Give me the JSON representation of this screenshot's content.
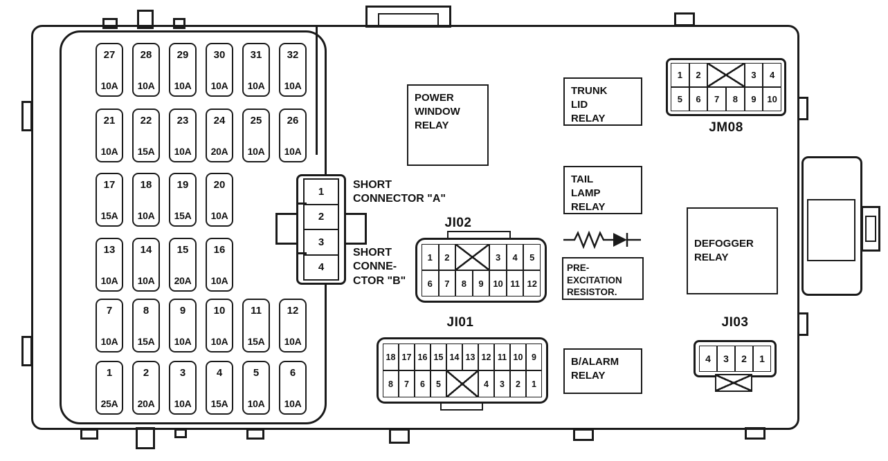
{
  "fuse_grid": {
    "rows": [
      {
        "fuses": [
          {
            "n": "27",
            "a": "10A"
          },
          {
            "n": "28",
            "a": "10A"
          },
          {
            "n": "29",
            "a": "10A"
          },
          {
            "n": "30",
            "a": "10A"
          },
          {
            "n": "31",
            "a": "10A"
          },
          {
            "n": "32",
            "a": "10A"
          }
        ]
      },
      {
        "fuses": [
          {
            "n": "21",
            "a": "10A"
          },
          {
            "n": "22",
            "a": "15A"
          },
          {
            "n": "23",
            "a": "10A"
          },
          {
            "n": "24",
            "a": "20A"
          },
          {
            "n": "25",
            "a": "10A"
          },
          {
            "n": "26",
            "a": "10A"
          }
        ]
      },
      {
        "fuses": [
          {
            "n": "17",
            "a": "15A"
          },
          {
            "n": "18",
            "a": "10A"
          },
          {
            "n": "19",
            "a": "15A"
          },
          {
            "n": "20",
            "a": "10A"
          }
        ]
      },
      {
        "fuses": [
          {
            "n": "13",
            "a": "10A"
          },
          {
            "n": "14",
            "a": "10A"
          },
          {
            "n": "15",
            "a": "20A"
          },
          {
            "n": "16",
            "a": "10A"
          }
        ]
      },
      {
        "fuses": [
          {
            "n": "7",
            "a": "10A"
          },
          {
            "n": "8",
            "a": "15A"
          },
          {
            "n": "9",
            "a": "10A"
          },
          {
            "n": "10",
            "a": "10A"
          },
          {
            "n": "11",
            "a": "15A"
          },
          {
            "n": "12",
            "a": "10A"
          }
        ]
      },
      {
        "fuses": [
          {
            "n": "1",
            "a": "25A"
          },
          {
            "n": "2",
            "a": "20A"
          },
          {
            "n": "3",
            "a": "10A"
          },
          {
            "n": "4",
            "a": "15A"
          },
          {
            "n": "5",
            "a": "10A"
          },
          {
            "n": "6",
            "a": "10A"
          }
        ]
      }
    ]
  },
  "short_connector": {
    "cells": [
      "1",
      "2",
      "3",
      "4"
    ],
    "label_a": "SHORT\nCONNECTOR \"A\"",
    "label_b": "SHORT\nCONNE-\nCTOR \"B\""
  },
  "relays": {
    "power_window": "POWER\nWINDOW\nRELAY",
    "trunk_lid": "TRUNK\nLID\nRELAY",
    "tail_lamp": "TAIL\nLAMP\nRELAY",
    "pre_excitation": "PRE-\nEXCITATION\nRESISTOR.",
    "defogger": "DEFOGGER\nRELAY",
    "b_alarm": "B/ALARM\nRELAY"
  },
  "connectors": {
    "jm08": {
      "label": "JM08",
      "row1_before": [
        "1",
        "2"
      ],
      "row1_after": [
        "3",
        "4"
      ],
      "row2": [
        "5",
        "6",
        "7",
        "8",
        "9",
        "10"
      ]
    },
    "ji02": {
      "label": "JI02",
      "row1_before": [
        "1",
        "2"
      ],
      "row1_after": [
        "3",
        "4",
        "5"
      ],
      "row2": [
        "6",
        "7",
        "8",
        "9",
        "10",
        "11",
        "12"
      ]
    },
    "ji01": {
      "label": "JI01",
      "row1": [
        "18",
        "17",
        "16",
        "15",
        "14",
        "13",
        "12",
        "11",
        "10",
        "9"
      ],
      "row2_before": [
        "8",
        "7",
        "6",
        "5"
      ],
      "row2_after": [
        "4",
        "3",
        "2",
        "1"
      ]
    },
    "ji03": {
      "label": "JI03",
      "row": [
        "4",
        "3",
        "2",
        "1"
      ]
    }
  },
  "colors": {
    "line": "#1a1a1a",
    "background": "#ffffff"
  }
}
